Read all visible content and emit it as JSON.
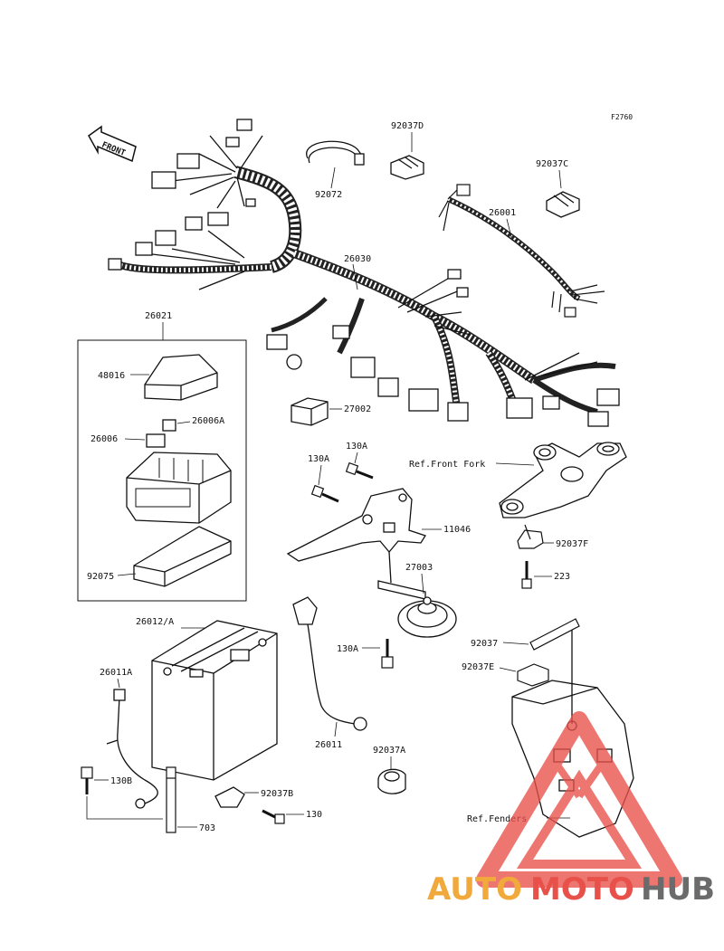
{
  "diagram": {
    "figure_code": "F2760",
    "front_arrow": "FRONT",
    "part_labels": {
      "p92037D": "92037D",
      "p92072": "92072",
      "p92037C": "92037C",
      "p26001": "26001",
      "p26030": "26030",
      "p26021": "26021",
      "p48016": "48016",
      "p26006A": "26006A",
      "p26006": "26006",
      "p92075": "92075",
      "p27002": "27002",
      "p130A_1": "130A",
      "p130A_2": "130A",
      "pRefFrontFork": "Ref.Front Fork",
      "p11046": "11046",
      "p92037F": "92037F",
      "p223": "223",
      "p27003": "27003",
      "p26012A": "26012/A",
      "p130A_3": "130A",
      "p92037": "92037",
      "p92037E": "92037E",
      "p26011A": "26011A",
      "p26011": "26011",
      "p92037A": "92037A",
      "p130B": "130B",
      "p92037B": "92037B",
      "p130": "130",
      "p703": "703",
      "pRefFenders": "Ref.Fenders"
    }
  },
  "watermark": {
    "part1": "AUTO",
    "part2": "MOTO",
    "part3": "HUB",
    "colors": {
      "orange": "#f2a93b",
      "red": "#e8504a",
      "gray": "#6b6b6b"
    }
  }
}
